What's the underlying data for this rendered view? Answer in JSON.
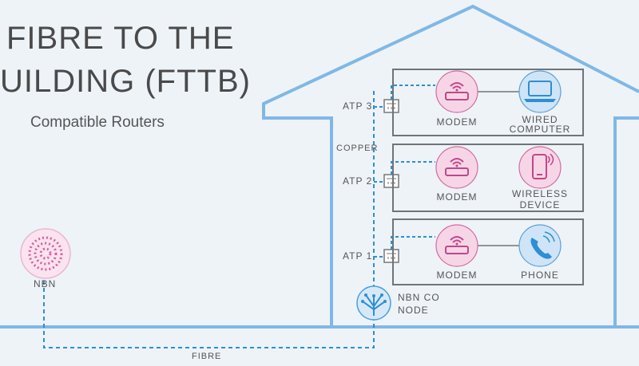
{
  "title": {
    "line1": "FIBRE TO THE",
    "line2": "UILDING (FTTB)",
    "subtitle": "Compatible Routers"
  },
  "nbn": {
    "label": "NBN"
  },
  "node": {
    "line1": "NBN CO",
    "line2": "NODE"
  },
  "cables": {
    "fibre": "FIBRE",
    "copper": "COPPER"
  },
  "floors": [
    {
      "atp": "ATP 3",
      "modem": "MODEM",
      "device_line1": "WIRED",
      "device_line2": "COMPUTER",
      "device_icon": "laptop-icon"
    },
    {
      "atp": "ATP 2",
      "modem": "MODEM",
      "device_line1": "WIRELESS",
      "device_line2": "DEVICE",
      "device_icon": "mobile-phone-icon"
    },
    {
      "atp": "ATP 1",
      "modem": "MODEM",
      "device_line1": "PHONE",
      "device_line2": "",
      "device_icon": "telephone-icon"
    }
  ],
  "colors": {
    "house_outline": "#7fb8e6",
    "cable_blue": "#2e8fd4",
    "modem_pink": "#f2c9dc",
    "modem_pink_stroke": "#d36aa3",
    "device_blue": "#cfe4f7",
    "room_border": "#6f7478"
  }
}
